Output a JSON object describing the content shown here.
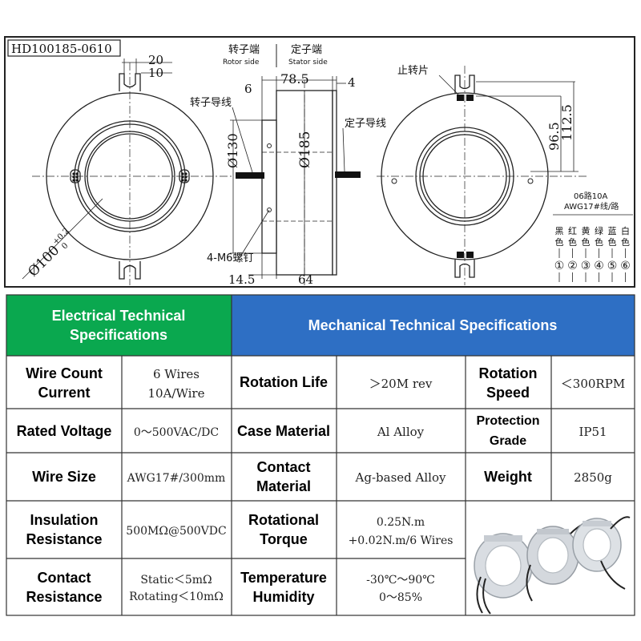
{
  "drawing": {
    "model": "HD100185-0610",
    "rotor_side_cn": "转子端",
    "rotor_side_en": "Rotor side",
    "stator_side_cn": "定子端",
    "stator_side_en": "Stator side",
    "rotor_wire": "转子导线",
    "stator_wire": "定子导线",
    "stop_tab": "止转片",
    "screws": "4-M6螺钉",
    "dims": {
      "d20": "20",
      "d10": "10",
      "d6": "6",
      "d78_5": "78.5",
      "d4": "4",
      "d130": "Ø130",
      "d185": "Ø185",
      "d100": "Ø100",
      "tol_plus": "+0.2",
      "tol_zero": "0",
      "d14_5": "14.5",
      "d64": "64",
      "d96_5": "96.5",
      "d112_5": "112.5"
    },
    "wire_spec_1": "06路10A",
    "wire_spec_2": "AWG17#线/路",
    "colors": [
      "黑",
      "红",
      "黄",
      "绿",
      "蓝",
      "白"
    ],
    "color_suffix": "色",
    "circled_numbers": [
      "①",
      "②",
      "③",
      "④",
      "⑤",
      "⑥"
    ]
  },
  "table": {
    "electrical_header_1": "Electrical Technical",
    "electrical_header_2": "Specifications",
    "mechanical_header": "Mechanical Technical Specifications",
    "rows": {
      "wire_count_label_1": "Wire Count",
      "wire_count_label_2": "Current",
      "wire_count_value_1": "6 Wires",
      "wire_count_value_2": "10A/Wire",
      "rotation_life_label": "Rotation Life",
      "rotation_life_value": "＞20M rev",
      "rotation_speed_label_1": "Rotation",
      "rotation_speed_label_2": "Speed",
      "rotation_speed_value": "＜300RPM",
      "rated_voltage_label": "Rated Voltage",
      "rated_voltage_value": "0～500VAC/DC",
      "case_material_label": "Case Material",
      "case_material_value": "Al Alloy",
      "protection_label_1": "Protection",
      "protection_label_2": "Grade",
      "protection_value": "IP51",
      "wire_size_label": "Wire Size",
      "wire_size_value": "AWG17#/300mm",
      "contact_material_label_1": "Contact",
      "contact_material_label_2": "Material",
      "contact_material_value": "Ag-based Alloy",
      "weight_label": "Weight",
      "weight_value": "2850g",
      "insulation_label_1": "Insulation",
      "insulation_label_2": "Resistance",
      "insulation_value": "500MΩ@500VDC",
      "torque_label_1": "Rotational",
      "torque_label_2": "Torque",
      "torque_value_1": "0.25N.m",
      "torque_value_2": "+0.02N.m/6 Wires",
      "contact_res_label_1": "Contact",
      "contact_res_label_2": "Resistance",
      "contact_res_value_1": "Static＜5mΩ",
      "contact_res_value_2": "Rotating＜10mΩ",
      "temperature_label_1": "Temperature",
      "temperature_label_2": "Humidity",
      "temperature_value_1": "-30℃～90℃",
      "temperature_value_2": "0～85%"
    }
  },
  "colors": {
    "electrical_green": "#0aa84f",
    "mechanical_blue": "#2e6fc4",
    "grid_line": "#333333"
  }
}
